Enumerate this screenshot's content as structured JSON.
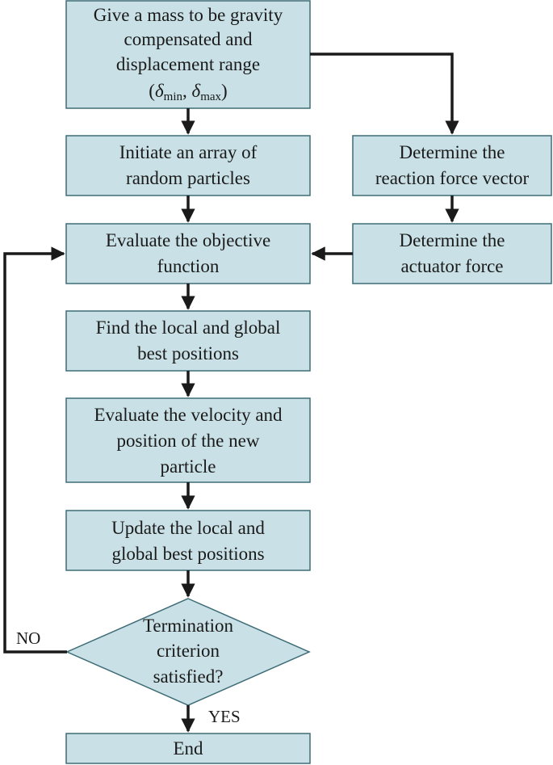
{
  "colors": {
    "box_fill": "#c9e1e6",
    "box_stroke": "#3e6c76",
    "line": "#1a1a1a"
  },
  "nodes": {
    "start": {
      "line1": "Give a mass to be gravity",
      "line2": "compensated and",
      "line3": "displacement range",
      "range_open": "(",
      "delta": "δ",
      "min_sub": "min",
      "comma": ", ",
      "max_sub": "max",
      "range_close": ")"
    },
    "init": {
      "line1": "Initiate an array of",
      "line2": "random particles"
    },
    "reaction": {
      "line1": "Determine the",
      "line2": "reaction force vector"
    },
    "evaluate": {
      "line1": "Evaluate the objective",
      "line2": "function"
    },
    "actuator": {
      "line1": "Determine the",
      "line2": "actuator force"
    },
    "find_best": {
      "line1": "Find the local and global",
      "line2": "best positions"
    },
    "velocity": {
      "line1": "Evaluate the velocity and",
      "line2": "position of the new",
      "line3": "particle"
    },
    "update": {
      "line1": "Update the local and",
      "line2": "global best positions"
    },
    "decision": {
      "line1": "Termination",
      "line2": "criterion",
      "line3": "satisfied?"
    },
    "end": {
      "line1": "End"
    }
  },
  "edge_labels": {
    "no": "NO",
    "yes": "YES"
  }
}
